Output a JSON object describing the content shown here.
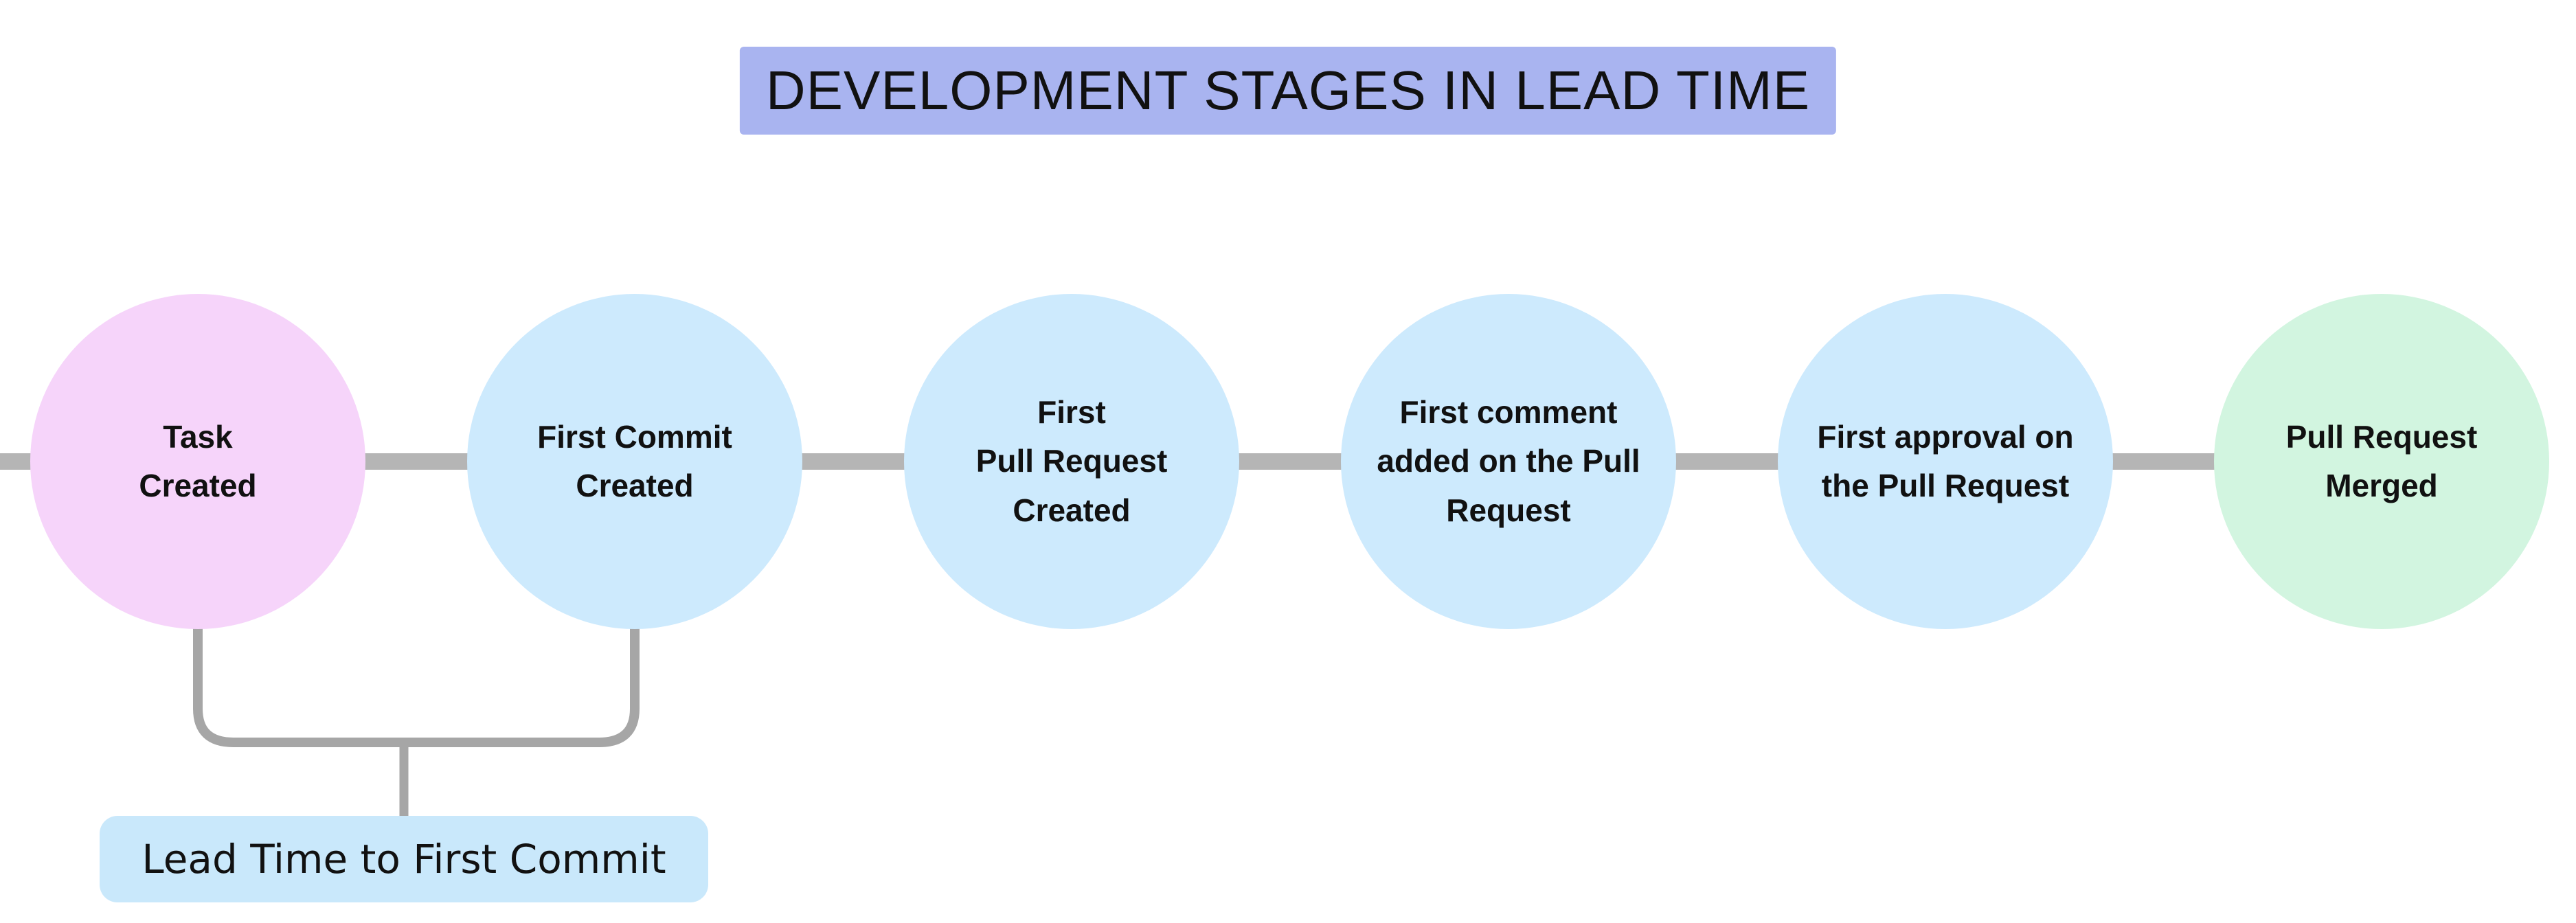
{
  "title": "DEVELOPMENT STAGES IN LEAD TIME",
  "stages": [
    {
      "label": "Task\nCreated",
      "color": "#f6d4fa"
    },
    {
      "label": "First Commit\nCreated",
      "color": "#cdeafd"
    },
    {
      "label": "First\nPull Request\nCreated",
      "color": "#cdeafd"
    },
    {
      "label": "First comment\nadded on the Pull\nRequest",
      "color": "#cdeafd"
    },
    {
      "label": "First approval on\nthe Pull Request",
      "color": "#cdeafd"
    },
    {
      "label": "Pull Request\nMerged",
      "color": "#d2f5e0"
    }
  ],
  "annotation": {
    "label": "Lead Time to First Commit",
    "bg": "#c9e8fb"
  },
  "colors": {
    "title_bg": "#a9b4f0",
    "connector": "#b5b5b5",
    "bracket": "#a6a6a6",
    "text": "#111111",
    "background": "#ffffff"
  }
}
